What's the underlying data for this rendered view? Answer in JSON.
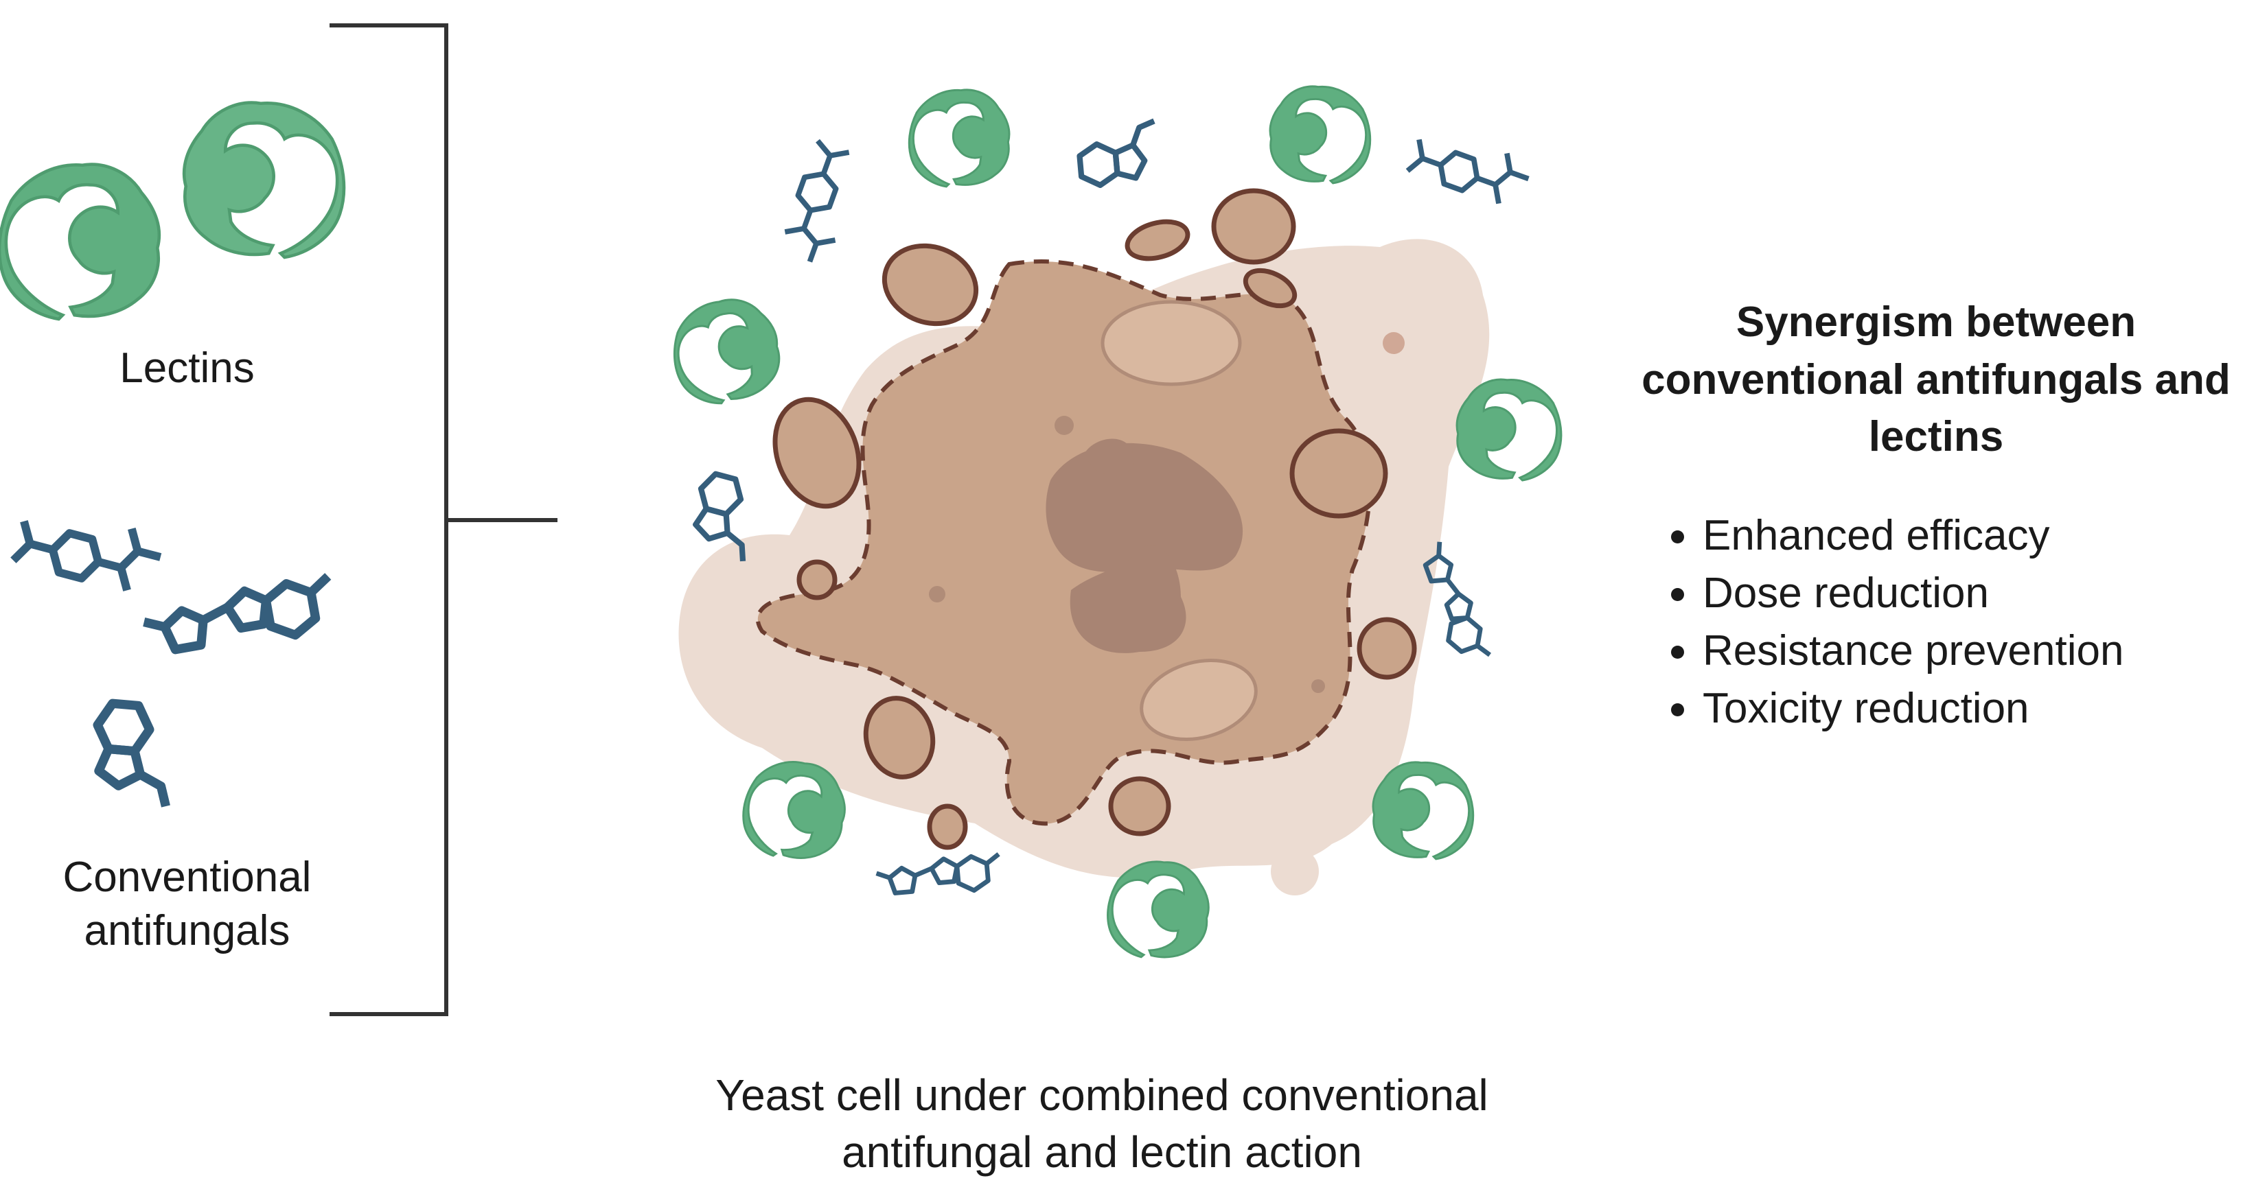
{
  "legend": {
    "lectins_label": "Lectins",
    "antifungals_label": "Conventional antifungals"
  },
  "illustration": {
    "subject": "yeast-cell",
    "caption": "Yeast cell under combined conventional antifungal and lectin action",
    "colors": {
      "lectin_green": "#5faf80",
      "antifungal_blue": "#355e7c",
      "cell_tan": "#c9a48a",
      "cell_outline": "#6b3d30",
      "halo": "#ecdcd2",
      "bracket": "#333333"
    }
  },
  "panel": {
    "title": "Synergism between conventional antifungals and lectins",
    "benefits": [
      "Enhanced efficacy",
      "Dose reduction",
      "Resistance prevention",
      "Toxicity reduction"
    ]
  }
}
